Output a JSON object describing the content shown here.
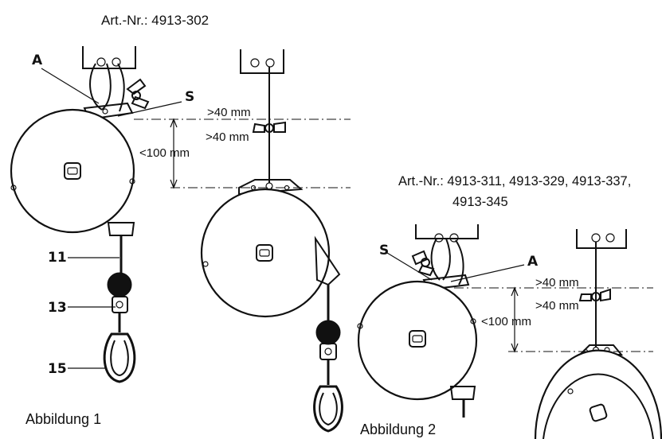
{
  "figure1": {
    "art_nr": "Art.-Nr.: 4913-302",
    "caption": "Abbildung 1",
    "label_A": "A",
    "label_S": "S",
    "dim_top": ">40 mm",
    "dim_mid": ">40 mm",
    "dim_total": "<100 mm",
    "part_11": "11",
    "part_13": "13",
    "part_15": "15"
  },
  "figure2": {
    "art_nr_line1": "Art.-Nr.: 4913-311, 4913-329, 4913-337,",
    "art_nr_line2": "4913-345",
    "caption": "Abbildung 2",
    "label_S": "S",
    "label_A": "A",
    "dim_top": ">40 mm",
    "dim_mid": ">40 mm",
    "dim_total": "<100 mm"
  },
  "icons": {
    "balancer_left": "spring-balancer-icon",
    "balancer_right": "spring-balancer-icon",
    "carabiner": "carabiner-hook-icon",
    "wing_nut": "wing-nut-icon"
  }
}
